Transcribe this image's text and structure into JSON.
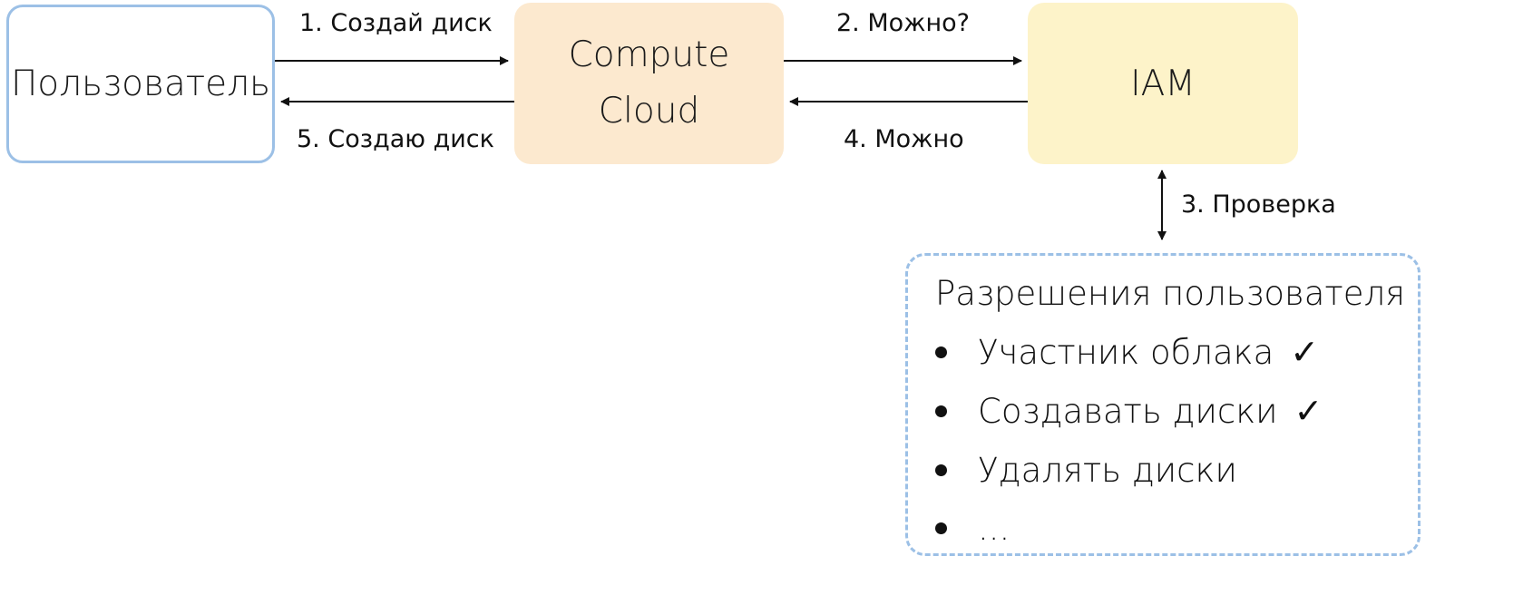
{
  "nodes": {
    "user": "Пользователь",
    "compute_line1": "Compute",
    "compute_line2": "Cloud",
    "iam": "IAM"
  },
  "edges": {
    "step1": "1. Создай диск",
    "step2": "2. Можно?",
    "step3": "3. Проверка",
    "step4": "4. Можно",
    "step5": "5. Создаю диск"
  },
  "permissions": {
    "title": "Разрешения пользователя",
    "items": [
      {
        "label": "Участник облака",
        "check": "✓"
      },
      {
        "label": "Создавать диски",
        "check": "✓"
      },
      {
        "label": "Удалять диски",
        "check": ""
      },
      {
        "label": "...",
        "check": ""
      }
    ]
  },
  "colors": {
    "user_border": "#9cc0e6",
    "compute_fill": "#fce9cf",
    "iam_fill": "#fdf3c9",
    "permissions_border": "#9cc0e6"
  }
}
